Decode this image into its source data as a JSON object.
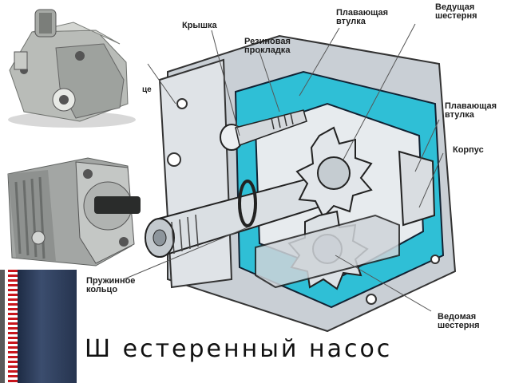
{
  "slide": {
    "title": "Ш естеренный насос"
  },
  "labels": {
    "cover": "Крышка",
    "rubber_gasket": "Резиновая\nпрокладка",
    "floating_bushing_top": "Плавающая\nвтулка",
    "driving_gear": "Ведущая\nшестерня",
    "floating_bushing_right": "Плавающая\nвтулка",
    "housing": "Корпус",
    "spring_ring": "Пружинное\nкольцо",
    "driven_gear": "Ведомая\nшестерня",
    "cut_fragment": "це"
  },
  "colors": {
    "cutaway_fill": "#2fbfd6",
    "metal_light": "#d9dde2",
    "metal_mid": "#aeb5bd",
    "metal_dark": "#6b737c",
    "leader_line": "#555555"
  }
}
